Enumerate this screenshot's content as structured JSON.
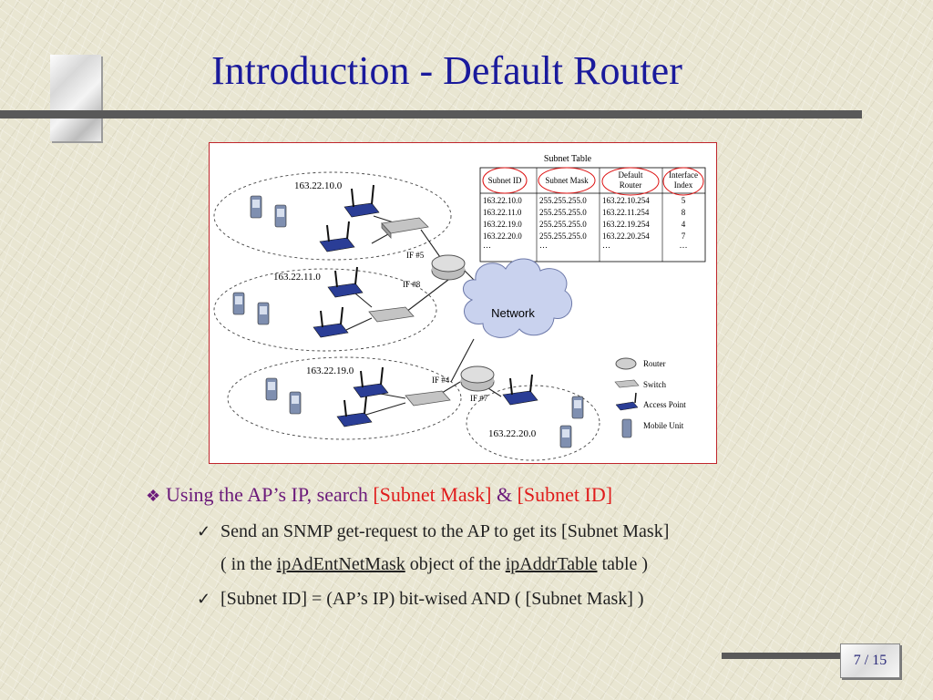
{
  "slide": {
    "title": "Introduction - Default Router",
    "page": "7 / 15"
  },
  "figure": {
    "table_title": "Subnet Table",
    "headers": [
      "Subnet ID",
      "Subnet Mask",
      "Default Router",
      "Interface Index"
    ],
    "rows": [
      [
        "163.22.10.0",
        "255.255.255.0",
        "163.22.10.254",
        "5"
      ],
      [
        "163.22.11.0",
        "255.255.255.0",
        "163.22.11.254",
        "8"
      ],
      [
        "163.22.19.0",
        "255.255.255.0",
        "163.22.19.254",
        "4"
      ],
      [
        "163.22.20.0",
        "255.255.255.0",
        "163.22.20.254",
        "7"
      ],
      [
        "…",
        "…",
        "…",
        "…"
      ]
    ],
    "subnets": [
      "163.22.10.0",
      "163.22.11.0",
      "163.22.19.0",
      "163.22.20.0"
    ],
    "interfaces": [
      "IF #5",
      "IF #8",
      "IF #4",
      "IF #7"
    ],
    "network_label": "Network",
    "legend": [
      "Router",
      "Switch",
      "Access Point",
      "Mobile Unit"
    ]
  },
  "bullets": {
    "b1_prefix": "Using the AP’s IP, search ",
    "b1_red1": "[Subnet Mask]",
    "b1_amp": " & ",
    "b1_red2": "[Subnet ID]",
    "b2": "Send an SNMP get-request to the AP to get its [Subnet Mask]",
    "b3_a": "( in the ",
    "b3_link1": "ipAdEntNetMask",
    "b3_b": " object of the ",
    "b3_link2": "ipAddrTable",
    "b3_c": " table )",
    "b4": "[Subnet ID] = (AP’s IP) bit-wised AND ( [Subnet Mask] )"
  },
  "icons": {
    "bullet": "diamond-bullet-icon",
    "check": "checkmark-icon"
  },
  "colors": {
    "title": "#1a1a9c",
    "accent_red": "#e01c1c",
    "bullet_purple": "#6b1a7a"
  }
}
